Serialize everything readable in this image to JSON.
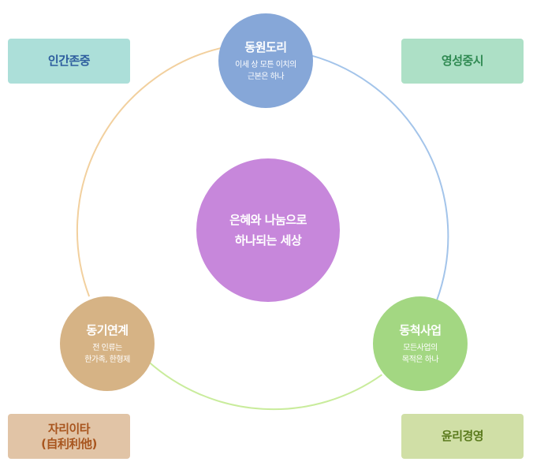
{
  "center": {
    "line1": "은혜와 나눔으로",
    "line2": "하나되는 세상"
  },
  "nodes": {
    "dongwon": {
      "title": "동원도리",
      "desc_line1": "이세 상 모튼 이치의",
      "desc_line2": "근본은 하나"
    },
    "dongki": {
      "title": "동기연계",
      "desc_line1": "전 인류는",
      "desc_line2": "한가족, 한형제"
    },
    "dongcheok": {
      "title": "동척사업",
      "desc_line1": "모든사업의",
      "desc_line2": "목적은 하나"
    }
  },
  "corner_boxes": {
    "top_left": {
      "label": "인간존중"
    },
    "top_right": {
      "label": "영성중시"
    },
    "bottom_left": {
      "label": "자리이타",
      "sub": "(自利利他)"
    },
    "bottom_right": {
      "label": "윤리경영"
    }
  },
  "colors": {
    "ring_blue": "#a3c4ea",
    "ring_orange": "#f2d09e",
    "ring_green": "#c9ec9c",
    "node_blue": "#86a7d8",
    "node_purple": "#c787db",
    "node_tan": "#d6b385",
    "node_green": "#a3d782"
  }
}
